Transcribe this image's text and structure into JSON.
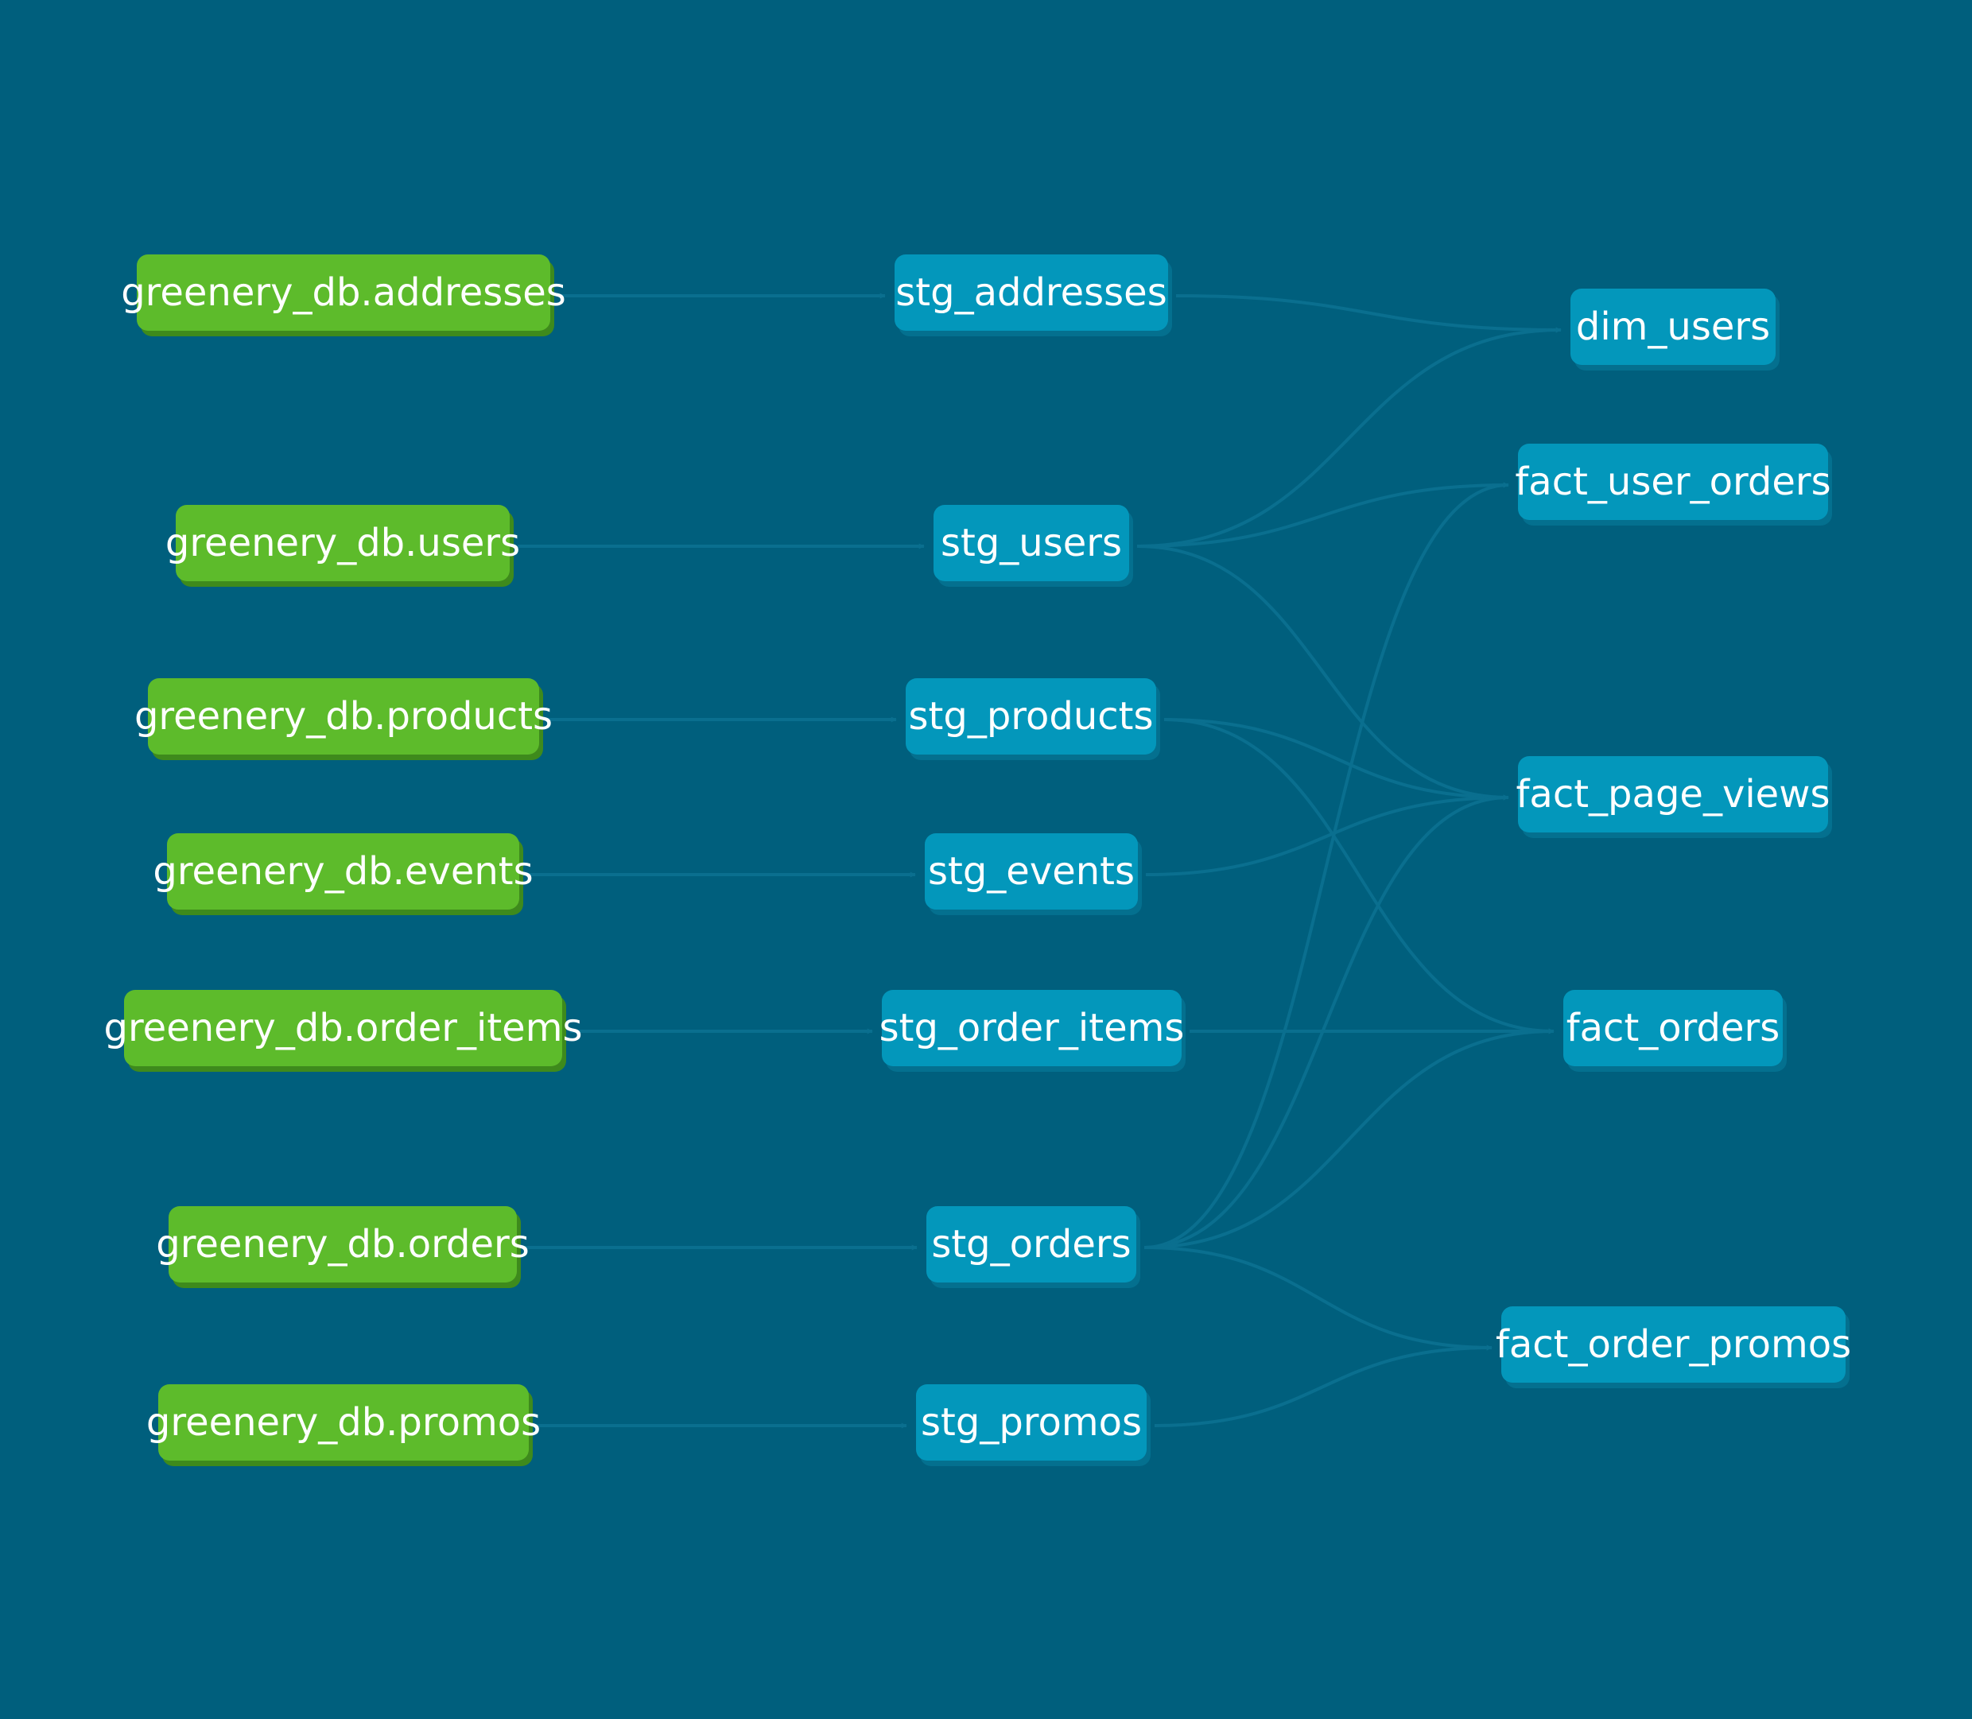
{
  "colors": {
    "background": "#005f7d",
    "source_node": "#5dbb2b",
    "model_node": "#0397bb",
    "edge": "#0a6f8f"
  },
  "nodes": [
    {
      "id": "src_addresses",
      "label": "greenery_db.addresses",
      "kind": "source"
    },
    {
      "id": "src_users",
      "label": "greenery_db.users",
      "kind": "source"
    },
    {
      "id": "src_products",
      "label": "greenery_db.products",
      "kind": "source"
    },
    {
      "id": "src_events",
      "label": "greenery_db.events",
      "kind": "source"
    },
    {
      "id": "src_order_items",
      "label": "greenery_db.order_items",
      "kind": "source"
    },
    {
      "id": "src_orders",
      "label": "greenery_db.orders",
      "kind": "source"
    },
    {
      "id": "src_promos",
      "label": "greenery_db.promos",
      "kind": "source"
    },
    {
      "id": "stg_addresses",
      "label": "stg_addresses",
      "kind": "model"
    },
    {
      "id": "stg_users",
      "label": "stg_users",
      "kind": "model"
    },
    {
      "id": "stg_products",
      "label": "stg_products",
      "kind": "model"
    },
    {
      "id": "stg_events",
      "label": "stg_events",
      "kind": "model"
    },
    {
      "id": "stg_order_items",
      "label": "stg_order_items",
      "kind": "model"
    },
    {
      "id": "stg_orders",
      "label": "stg_orders",
      "kind": "model"
    },
    {
      "id": "stg_promos",
      "label": "stg_promos",
      "kind": "model"
    },
    {
      "id": "dim_users",
      "label": "dim_users",
      "kind": "model"
    },
    {
      "id": "fact_user_orders",
      "label": "fact_user_orders",
      "kind": "model"
    },
    {
      "id": "fact_page_views",
      "label": "fact_page_views",
      "kind": "model"
    },
    {
      "id": "fact_orders",
      "label": "fact_orders",
      "kind": "model"
    },
    {
      "id": "fact_order_promos",
      "label": "fact_order_promos",
      "kind": "model"
    }
  ],
  "edges": [
    [
      "src_addresses",
      "stg_addresses"
    ],
    [
      "src_users",
      "stg_users"
    ],
    [
      "src_products",
      "stg_products"
    ],
    [
      "src_events",
      "stg_events"
    ],
    [
      "src_order_items",
      "stg_order_items"
    ],
    [
      "src_orders",
      "stg_orders"
    ],
    [
      "src_promos",
      "stg_promos"
    ],
    [
      "stg_addresses",
      "dim_users"
    ],
    [
      "stg_users",
      "dim_users"
    ],
    [
      "stg_users",
      "fact_user_orders"
    ],
    [
      "stg_users",
      "fact_page_views"
    ],
    [
      "stg_products",
      "fact_page_views"
    ],
    [
      "stg_products",
      "fact_orders"
    ],
    [
      "stg_events",
      "fact_page_views"
    ],
    [
      "stg_order_items",
      "fact_orders"
    ],
    [
      "stg_orders",
      "fact_user_orders"
    ],
    [
      "stg_orders",
      "fact_page_views"
    ],
    [
      "stg_orders",
      "fact_orders"
    ],
    [
      "stg_orders",
      "fact_order_promos"
    ],
    [
      "stg_promos",
      "fact_order_promos"
    ]
  ]
}
